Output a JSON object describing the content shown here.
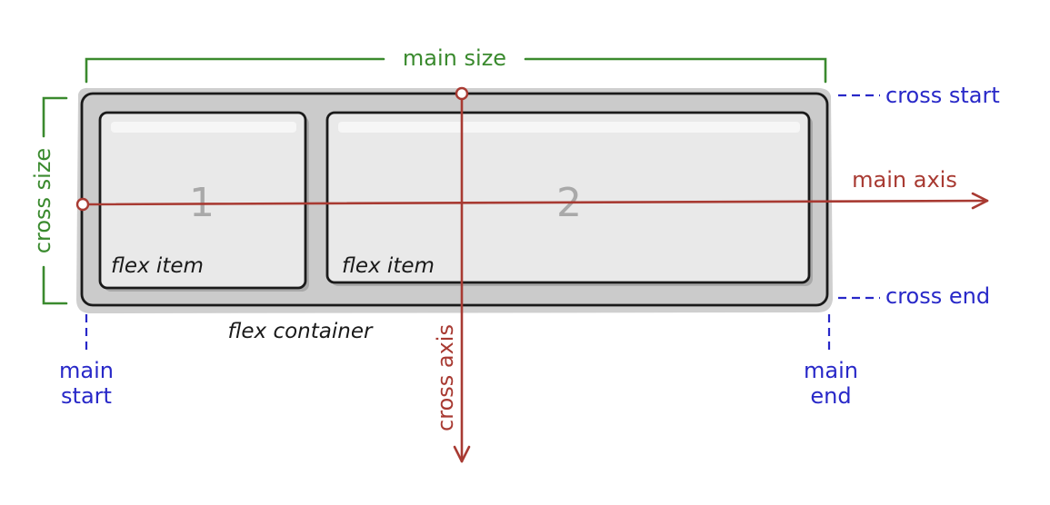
{
  "colors": {
    "main_dimension": "#3a8a2e",
    "axis": "#a83a32",
    "edge_labels": "#2828c8",
    "text": "#1a1a1a",
    "number": "#a9a9a9",
    "container_fill": "#cfcfcf",
    "item_fill": "#e9e9e9",
    "outline": "#1a1a1a"
  },
  "labels": {
    "main_size": "main size",
    "cross_size": "cross size",
    "main_axis": "main axis",
    "cross_axis": "cross axis",
    "cross_start": "cross start",
    "cross_end": "cross end",
    "main_start_line1": "main",
    "main_start_line2": "start",
    "main_end_line1": "main",
    "main_end_line2": "end",
    "flex_container": "flex container"
  },
  "items": [
    {
      "number": "1",
      "label": "flex item"
    },
    {
      "number": "2",
      "label": "flex item"
    }
  ]
}
